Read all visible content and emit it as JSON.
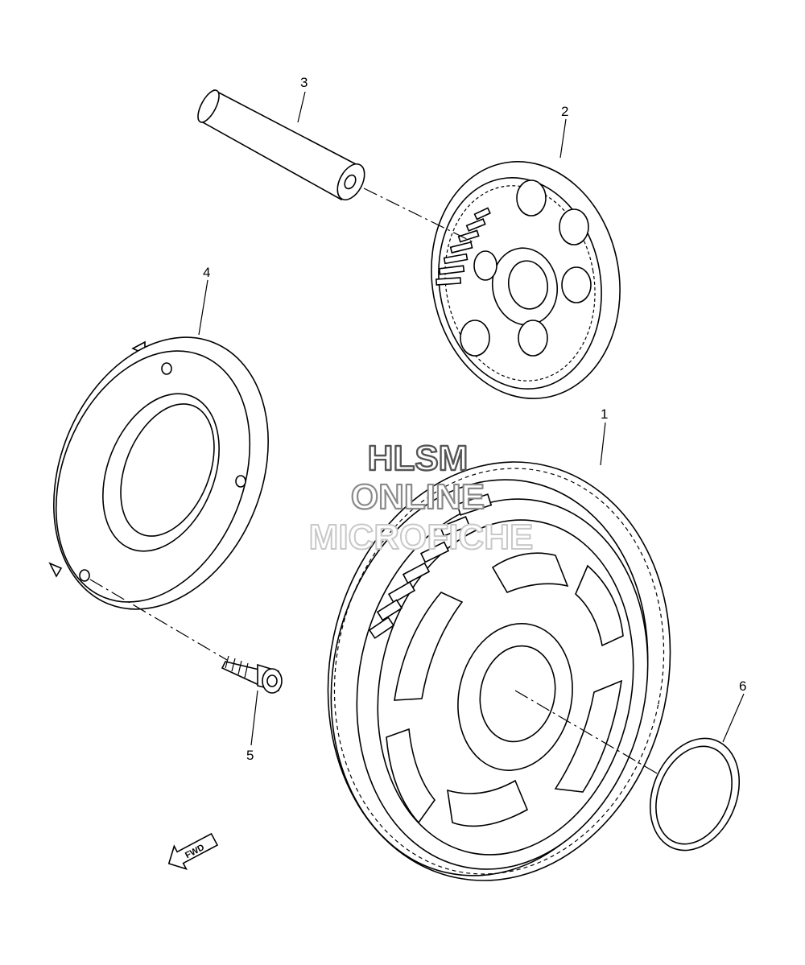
{
  "callouts": [
    {
      "id": "1",
      "label": "1"
    },
    {
      "id": "2",
      "label": "2"
    },
    {
      "id": "3",
      "label": "3"
    },
    {
      "id": "4",
      "label": "4"
    },
    {
      "id": "5",
      "label": "5"
    },
    {
      "id": "6",
      "label": "6"
    }
  ],
  "watermark": {
    "line1": "HLSM",
    "line2": "ONLINE",
    "line3": "MICROFICHE"
  },
  "fwd_arrow": {
    "label": "FWD"
  },
  "colors": {
    "line": "#000000",
    "background": "#ffffff",
    "watermark_1": "#555555",
    "watermark_2": "#8a8a8a",
    "watermark_3": "#c8c8c8"
  }
}
